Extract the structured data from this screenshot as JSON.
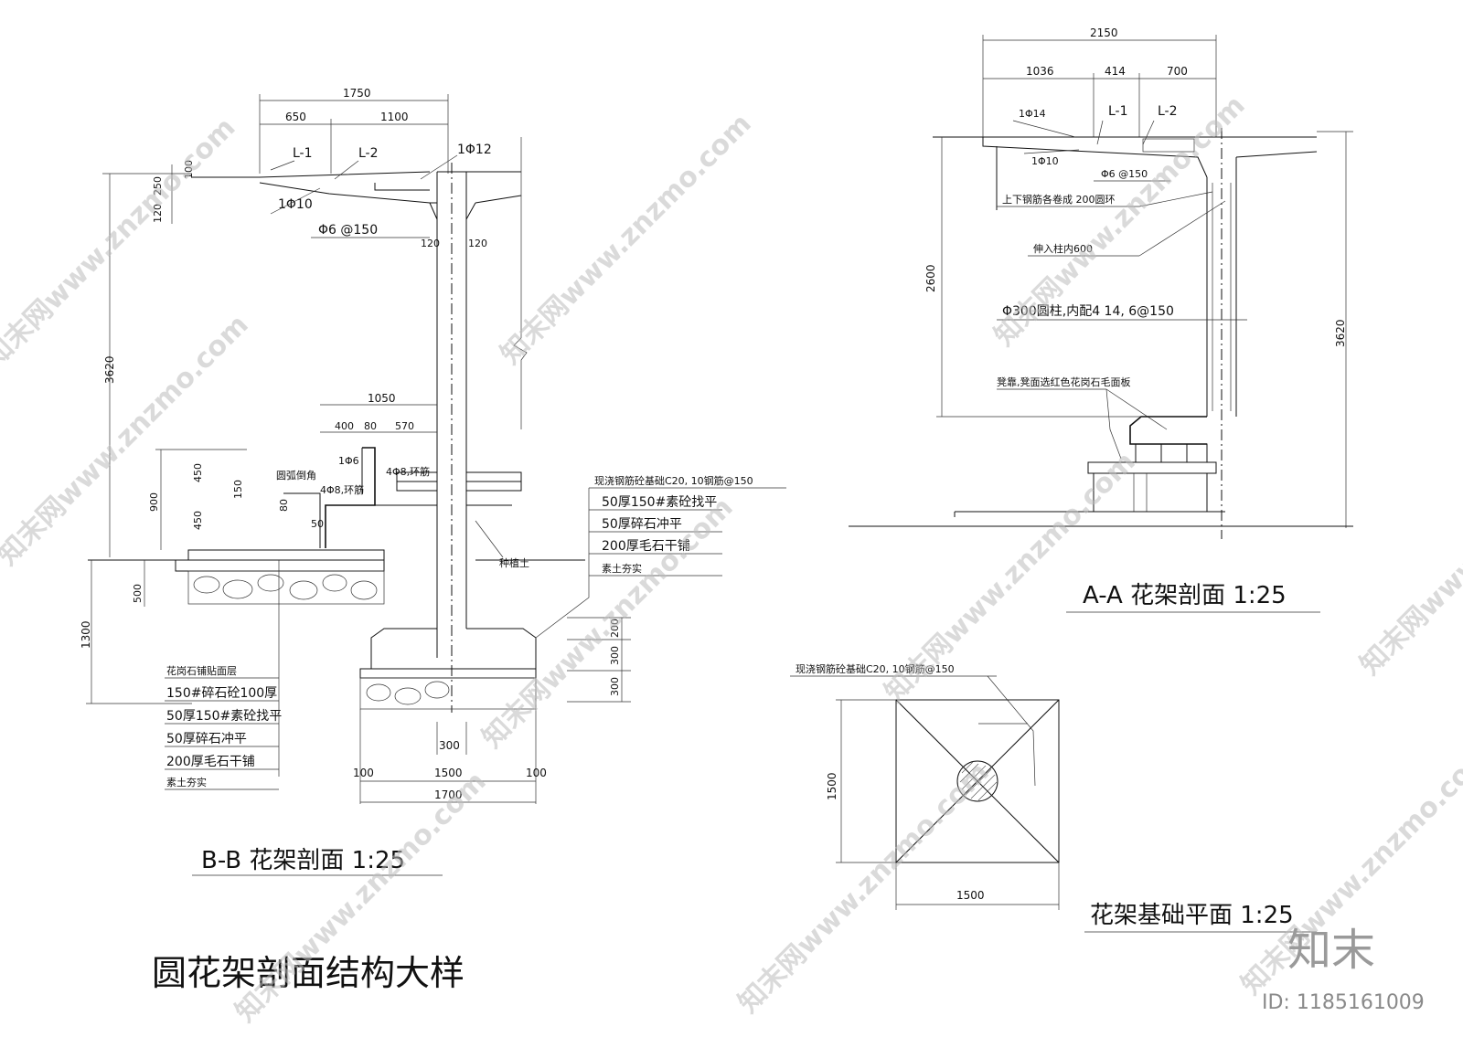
{
  "drawing_title": "圆花架剖面结构大样",
  "bb": {
    "title": "B-B 花架剖面 1:25",
    "dims": {
      "top_total": "1750",
      "top_a": "650",
      "top_b": "1100",
      "left_100": "100",
      "left_250": "250",
      "left_120": "120",
      "height": "3620",
      "foot_height": "1300",
      "soil_500": "500",
      "bench_1050": "1050",
      "bench_400": "400",
      "bench_80": "80",
      "bench_570": "570",
      "bench_900": "900",
      "bench_450a": "450",
      "bench_450b": "450",
      "bench_150": "150",
      "bench_50": "50",
      "bench_80b": "80",
      "col_120a": "120",
      "col_120b": "120",
      "base_200": "200",
      "base_300a": "300",
      "base_300b": "300",
      "col_300": "300",
      "base_100a": "100",
      "base_1500": "1500",
      "base_100b": "100",
      "base_1700": "1700"
    },
    "labels": {
      "l1": "L-1",
      "l2": "L-2",
      "r12": "1Φ12",
      "r10": "1Φ10",
      "stirrup": "Φ6 @150",
      "bench_r6": "1Φ6",
      "bench_r8a": "4Φ8,环筋",
      "bench_r8b": "4Φ8,环筋",
      "round_corner": "圆弧倒角",
      "planting_soil": "种植土"
    },
    "foundation_notes": [
      "现浇钢筋砼基础C20, 10钢筋@150",
      "50厚150#素砼找平",
      "50厚碎石冲平",
      "200厚毛石干铺",
      "素土夯实"
    ],
    "paving_notes": [
      "花岗石铺贴面层",
      "150#碎石砼100厚",
      "50厚150#素砼找平",
      "50厚碎石冲平",
      "200厚毛石干铺",
      "素土夯实"
    ]
  },
  "aa": {
    "title": "A-A 花架剖面 1:25",
    "dims": {
      "top_total": "2150",
      "top_a": "1036",
      "top_b": "414",
      "top_c": "700",
      "height_2600": "2600",
      "height_3620": "3620"
    },
    "labels": {
      "r14": "1Φ14",
      "l1": "L-1",
      "l2": "L-2",
      "r10": "1Φ10",
      "stirrup": "Φ6 @150",
      "ring": "上下钢筋各卷成 200圆环",
      "embed": "伸入柱内600",
      "column": "Φ300圆柱,内配4 14, 6@150",
      "bench_face": "凳靠,凳面选红色花岗石毛面板"
    }
  },
  "plan": {
    "title": "花架基础平面 1:25",
    "note": "现浇钢筋砼基础C20, 10钢筋@150",
    "dim_side": "1500",
    "dim_bottom": "1500"
  },
  "watermarks": [
    "知末网www.znzmo.com"
  ],
  "logo": "知末",
  "id_text": "ID: 1185161009"
}
